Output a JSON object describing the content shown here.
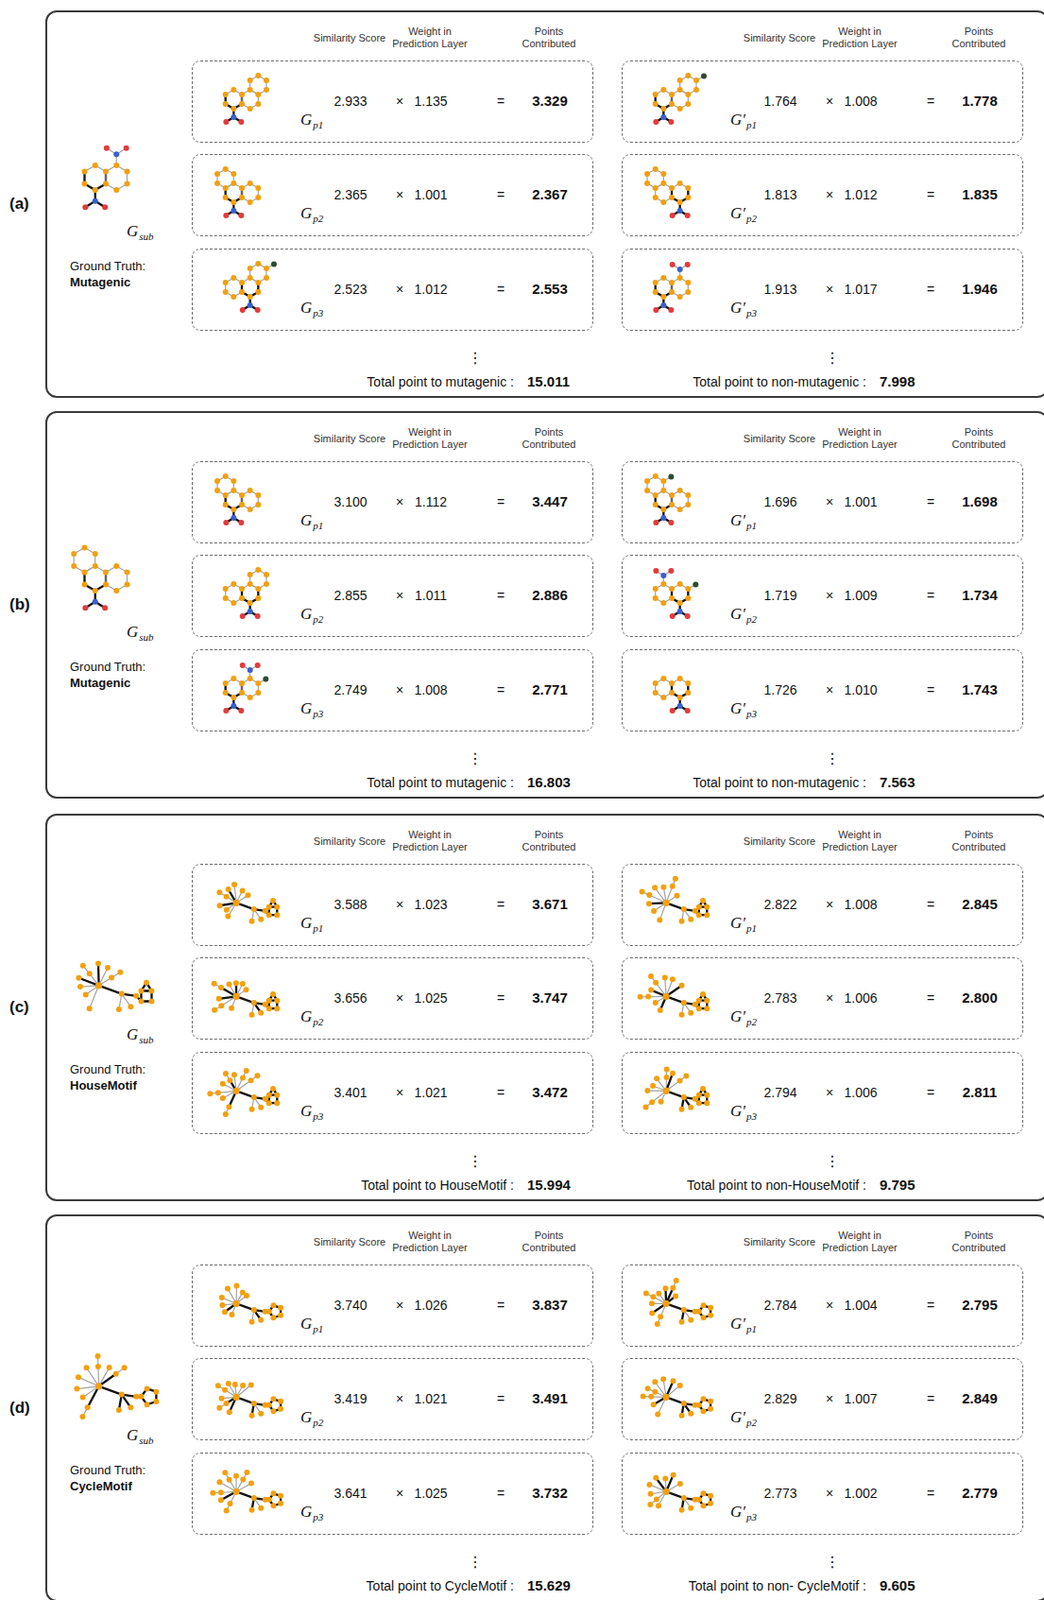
{
  "diagram": {
    "nodes": [
      {
        "text": [
          "(a)"
        ]
      },
      {
        "text": [
          "G",
          "p1",
          "2.933",
          "×",
          "1.135",
          "=",
          "3.329"
        ],
        "in": 0
      },
      {
        "text": [
          "G′",
          "p1",
          "1.764",
          "×",
          "1.008",
          "=",
          "1.778"
        ],
        "in": 0
      },
      {
        "text": [
          "G",
          "p2",
          "2.365",
          "×",
          "1.001",
          "=",
          "2.367"
        ],
        "in": 0
      },
      {
        "text": [
          "G′",
          "p2",
          "1.813",
          "×",
          "1.012",
          "=",
          "1.835"
        ],
        "in": 0
      },
      {
        "text": [
          "G",
          "p3",
          "2.523",
          "×",
          "1.012",
          "=",
          "2.553"
        ],
        "in": 0
      },
      {
        "text": [
          "G′",
          "p3",
          "1.913",
          "×",
          "1.017",
          "=",
          "1.946"
        ],
        "in": 0
      },
      {
        "text": [
          "(b)"
        ]
      },
      {
        "text": [
          "G",
          "p1",
          "3.100",
          "×",
          "1.112",
          "=",
          "3.447"
        ],
        "in": 7
      },
      {
        "text": [
          "G′",
          "p1",
          "1.696",
          "×",
          "1.001",
          "=",
          "1.698"
        ],
        "in": 7
      },
      {
        "text": [
          "G",
          "p2",
          "2.855",
          "×",
          "1.011",
          "=",
          "2.886"
        ],
        "in": 7
      },
      {
        "text": [
          "G′",
          "p2",
          "1.719",
          "×",
          "1.009",
          "=",
          "1.734"
        ],
        "in": 7
      },
      {
        "text": [
          "G",
          "p3",
          "2.749",
          "×",
          "1.008",
          "=",
          "2.771"
        ],
        "in": 7
      },
      {
        "text": [
          "G′",
          "p3",
          "1.726",
          "×",
          "1.010",
          "=",
          "1.743"
        ],
        "in": 7
      },
      {
        "text": [
          "(c)"
        ]
      },
      {
        "text": [
          "G",
          "p1",
          "3.588",
          "×",
          "1.023",
          "=",
          "3.671"
        ],
        "in": 14
      },
      {
        "text": [
          "G′",
          "p1",
          "2.822",
          "×",
          "1.008",
          "=",
          "2.845"
        ],
        "in": 14
      },
      {
        "text": [
          "G",
          "p2",
          "3.656",
          "×",
          "1.025",
          "=",
          "3.747"
        ],
        "in": 14
      },
      {
        "text": [
          "G′",
          "p2",
          "2.783",
          "×",
          "1.006",
          "=",
          "2.800"
        ],
        "in": 14
      },
      {
        "text": [
          "G",
          "p3",
          "3.401",
          "×",
          "1.021",
          "=",
          "3.472"
        ],
        "in": 14
      },
      {
        "text": [
          "G′",
          "p3",
          "2.794",
          "×",
          "1.006",
          "=",
          "2.811"
        ],
        "in": 14
      },
      {
        "text": [
          "(d)"
        ]
      },
      {
        "text": [
          "G",
          "p1",
          "3.740",
          "×",
          "1.026",
          "=",
          "3.837"
        ],
        "in": 21
      },
      {
        "text": [
          "G′",
          "p1",
          "2.784",
          "×",
          "1.004",
          "=",
          "2.795"
        ],
        "in": 21
      },
      {
        "text": [
          "G",
          "p2",
          "3.419",
          "×",
          "1.021",
          "=",
          "3.491"
        ],
        "in": 21
      },
      {
        "text": [
          "G′",
          "p2",
          "2.829",
          "×",
          "1.007",
          "=",
          "2.849"
        ],
        "in": 21
      },
      {
        "text": [
          "G",
          "p3",
          "3.641",
          "×",
          "1.025",
          "=",
          "3.732"
        ],
        "in": 21
      },
      {
        "text": [
          "G′",
          "p3",
          "2.773",
          "×",
          "1.002",
          "=",
          "2.779"
        ],
        "in": 21
      }
    ],
    "labels": [
      "G",
      "sub",
      "Ground Truth:",
      "Mutagenic",
      "Similarity Score",
      "Weight in Prediction Layer",
      "Points Contributed",
      "Similarity Score",
      "Weight in Prediction Layer",
      "Points Contributed",
      "⋮",
      "⋮",
      "Total point to mutagenic :",
      "15.011",
      "Total point to non-mutagenic :",
      "7.998",
      "G",
      "sub",
      "Ground Truth:",
      "Mutagenic",
      "Similarity Score",
      "Weight in Prediction Layer",
      "Points Contributed",
      "Similarity Score",
      "Weight in Prediction Layer",
      "Points Contributed",
      "⋮",
      "⋮",
      "Total point to mutagenic :",
      "16.803",
      "Total point to non-mutagenic :",
      "7.563",
      "G",
      "sub",
      "Ground Truth:",
      "HouseMotif",
      "Similarity Score",
      "Weight in Prediction Layer",
      "Points Contributed",
      "Similarity Score",
      "Weight in Prediction Layer",
      "Points Contributed",
      "⋮",
      "⋮",
      "Total point to HouseMotif :",
      "15.994",
      "Total point to non-HouseMotif :",
      "9.795",
      "G",
      "sub",
      "Ground Truth:",
      "CycleMotif",
      "Similarity Score",
      "Weight in Prediction Layer",
      "Points Contributed",
      "Similarity Score",
      "Weight in Prediction Layer",
      "Points Contributed",
      "⋮",
      "⋮",
      "Total point to CycleMotif :",
      "15.629",
      "Total point to non- CycleMotif :",
      "9.605"
    ]
  }
}
